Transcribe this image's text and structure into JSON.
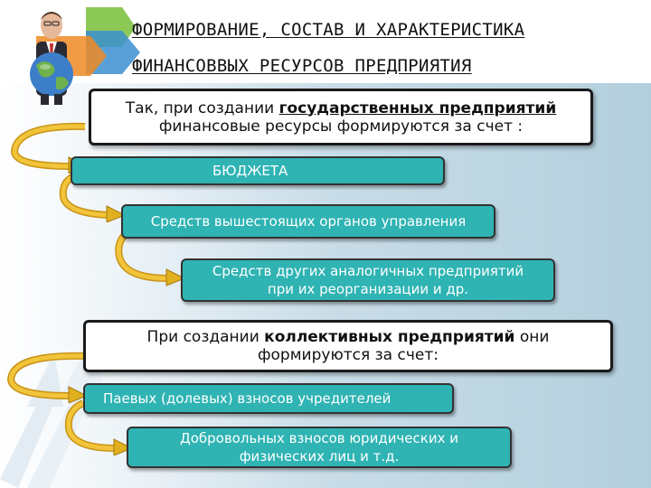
{
  "title": {
    "line1": "ФОРМИРОВАНИЕ, СОСТАВ И ХАРАКТЕРИСТИКА",
    "line2": "ФИНАНСОВВЫХ РЕСУРСОВ ПРЕДПРИЯТИЯ"
  },
  "state_block": {
    "prefix": "Так, при создании ",
    "emphasis": "государственных предприятий",
    "line2": "финансовые ресурсы формируются за счет :"
  },
  "state_sources": [
    {
      "line1": "БЮДЖЕТА",
      "line2": ""
    },
    {
      "line1": "Средств вышестоящих органов управления",
      "line2": ""
    },
    {
      "line1": "Средств других аналогичных предприятий",
      "line2": "при их реорганизации и др."
    }
  ],
  "collective_block": {
    "prefix": "При создании ",
    "emphasis": "коллективных предприятий",
    "suffix": " они",
    "line2": "формируются за счет:"
  },
  "collective_sources": [
    {
      "line1": "Паевых (долевых) взносов учредителей",
      "line2": ""
    },
    {
      "line1": "Добровольных взносов юридических и",
      "line2": "физических лиц и т.д."
    }
  ],
  "colors": {
    "teal_box": "#2fb3b3",
    "curve_arrow": "#e0b020",
    "background_gradient": "#b3cfdd"
  },
  "icons": [
    "man-with-globe-photo",
    "curved-arrow-icon",
    "background-arrows-decoration"
  ]
}
